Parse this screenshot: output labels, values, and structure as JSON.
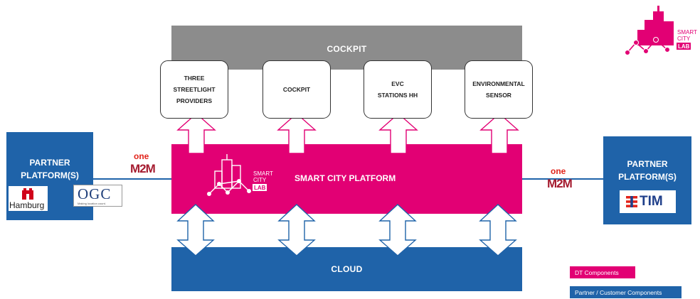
{
  "cockpit_band": {
    "label": "COCKPIT"
  },
  "component_boxes": [
    {
      "label": "THREE STREETLIGHT PROVIDERS"
    },
    {
      "label": "COCKPIT"
    },
    {
      "label": "EVC STATIONS HH"
    },
    {
      "label": "ENVIRONMENTAL SENSOR"
    }
  ],
  "platform_band": {
    "label": "SMART CITY PLATFORM",
    "logo_text": [
      "SMART",
      "CITY",
      "LAB"
    ]
  },
  "cloud_band": {
    "label": "CLOUD"
  },
  "left_partner": {
    "title_line1": "PARTNER",
    "title_line2": "PLATFORM(S)",
    "logo_hamburg": "Hamburg",
    "logo_ogc": "OGC",
    "logo_ogc_tagline": "Making location count."
  },
  "right_partner": {
    "title_line1": "PARTNER",
    "title_line2": "PLATFORM(S)",
    "logo_tim": "TIM"
  },
  "onem2m_logo": {
    "top": "one",
    "bottom": "M2M"
  },
  "corner_logo": {
    "lines": [
      "SMART",
      "CITY",
      "LAB"
    ]
  },
  "legend": [
    {
      "label": "DT Components",
      "color": "#e20074"
    },
    {
      "label": "Partner / Customer Components",
      "color": "#1f63a9"
    }
  ],
  "colors": {
    "magenta": "#e20074",
    "blue": "#1f63a9",
    "gray": "#8c8c8c"
  }
}
